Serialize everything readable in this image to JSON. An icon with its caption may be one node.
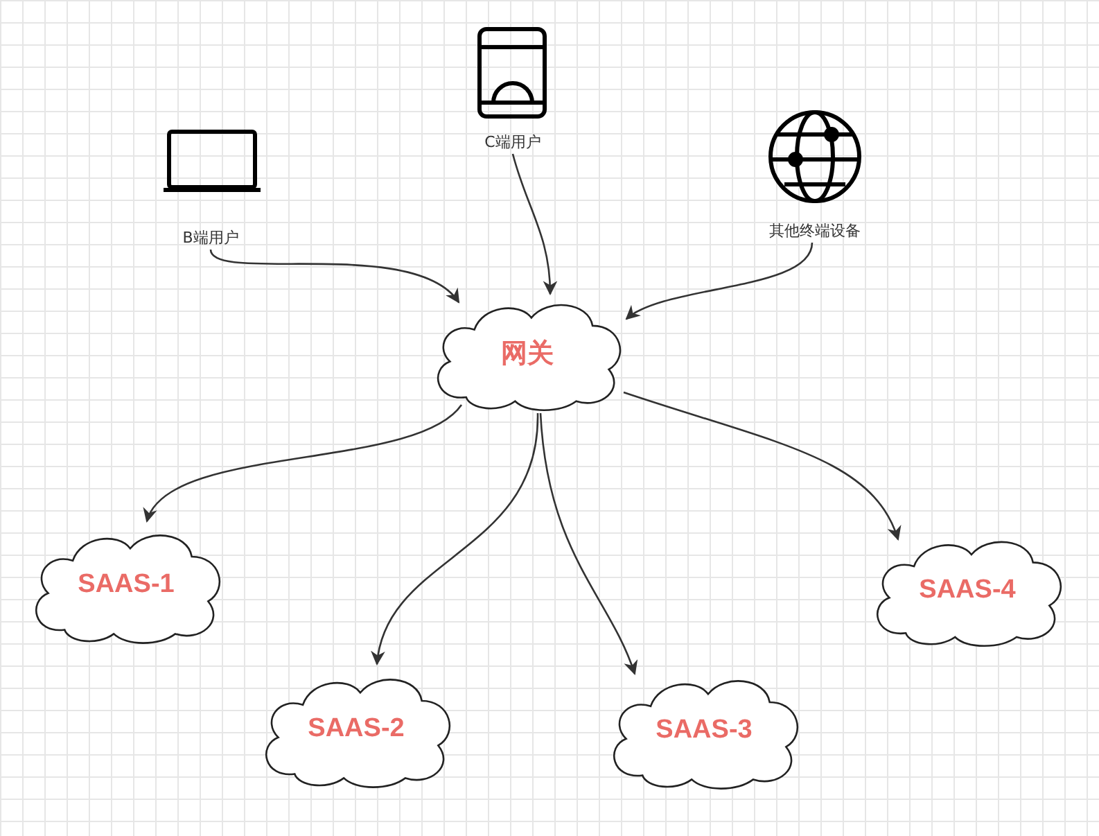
{
  "diagram": {
    "nodes": [
      {
        "text": [
          "B端用户"
        ]
      },
      {
        "text": [
          "C端用户"
        ]
      },
      {
        "text": [
          "其他终端设备"
        ]
      },
      {
        "text": [
          "网关"
        ]
      },
      {
        "text": [
          "SAAS-1"
        ]
      },
      {
        "text": [
          "SAAS-2"
        ]
      },
      {
        "text": [
          "SAAS-3"
        ]
      },
      {
        "text": [
          "SAAS-4"
        ]
      }
    ],
    "edges": [
      {
        "from": 0,
        "to": 3,
        "arrow": "to"
      },
      {
        "from": 1,
        "to": 3,
        "arrow": "to"
      },
      {
        "from": 2,
        "to": 3,
        "arrow": "to"
      },
      {
        "from": 3,
        "to": 4,
        "arrow": "to"
      },
      {
        "from": 3,
        "to": 5,
        "arrow": "to"
      },
      {
        "from": 3,
        "to": 6,
        "arrow": "to"
      },
      {
        "from": 3,
        "to": 7,
        "arrow": "to"
      }
    ]
  }
}
